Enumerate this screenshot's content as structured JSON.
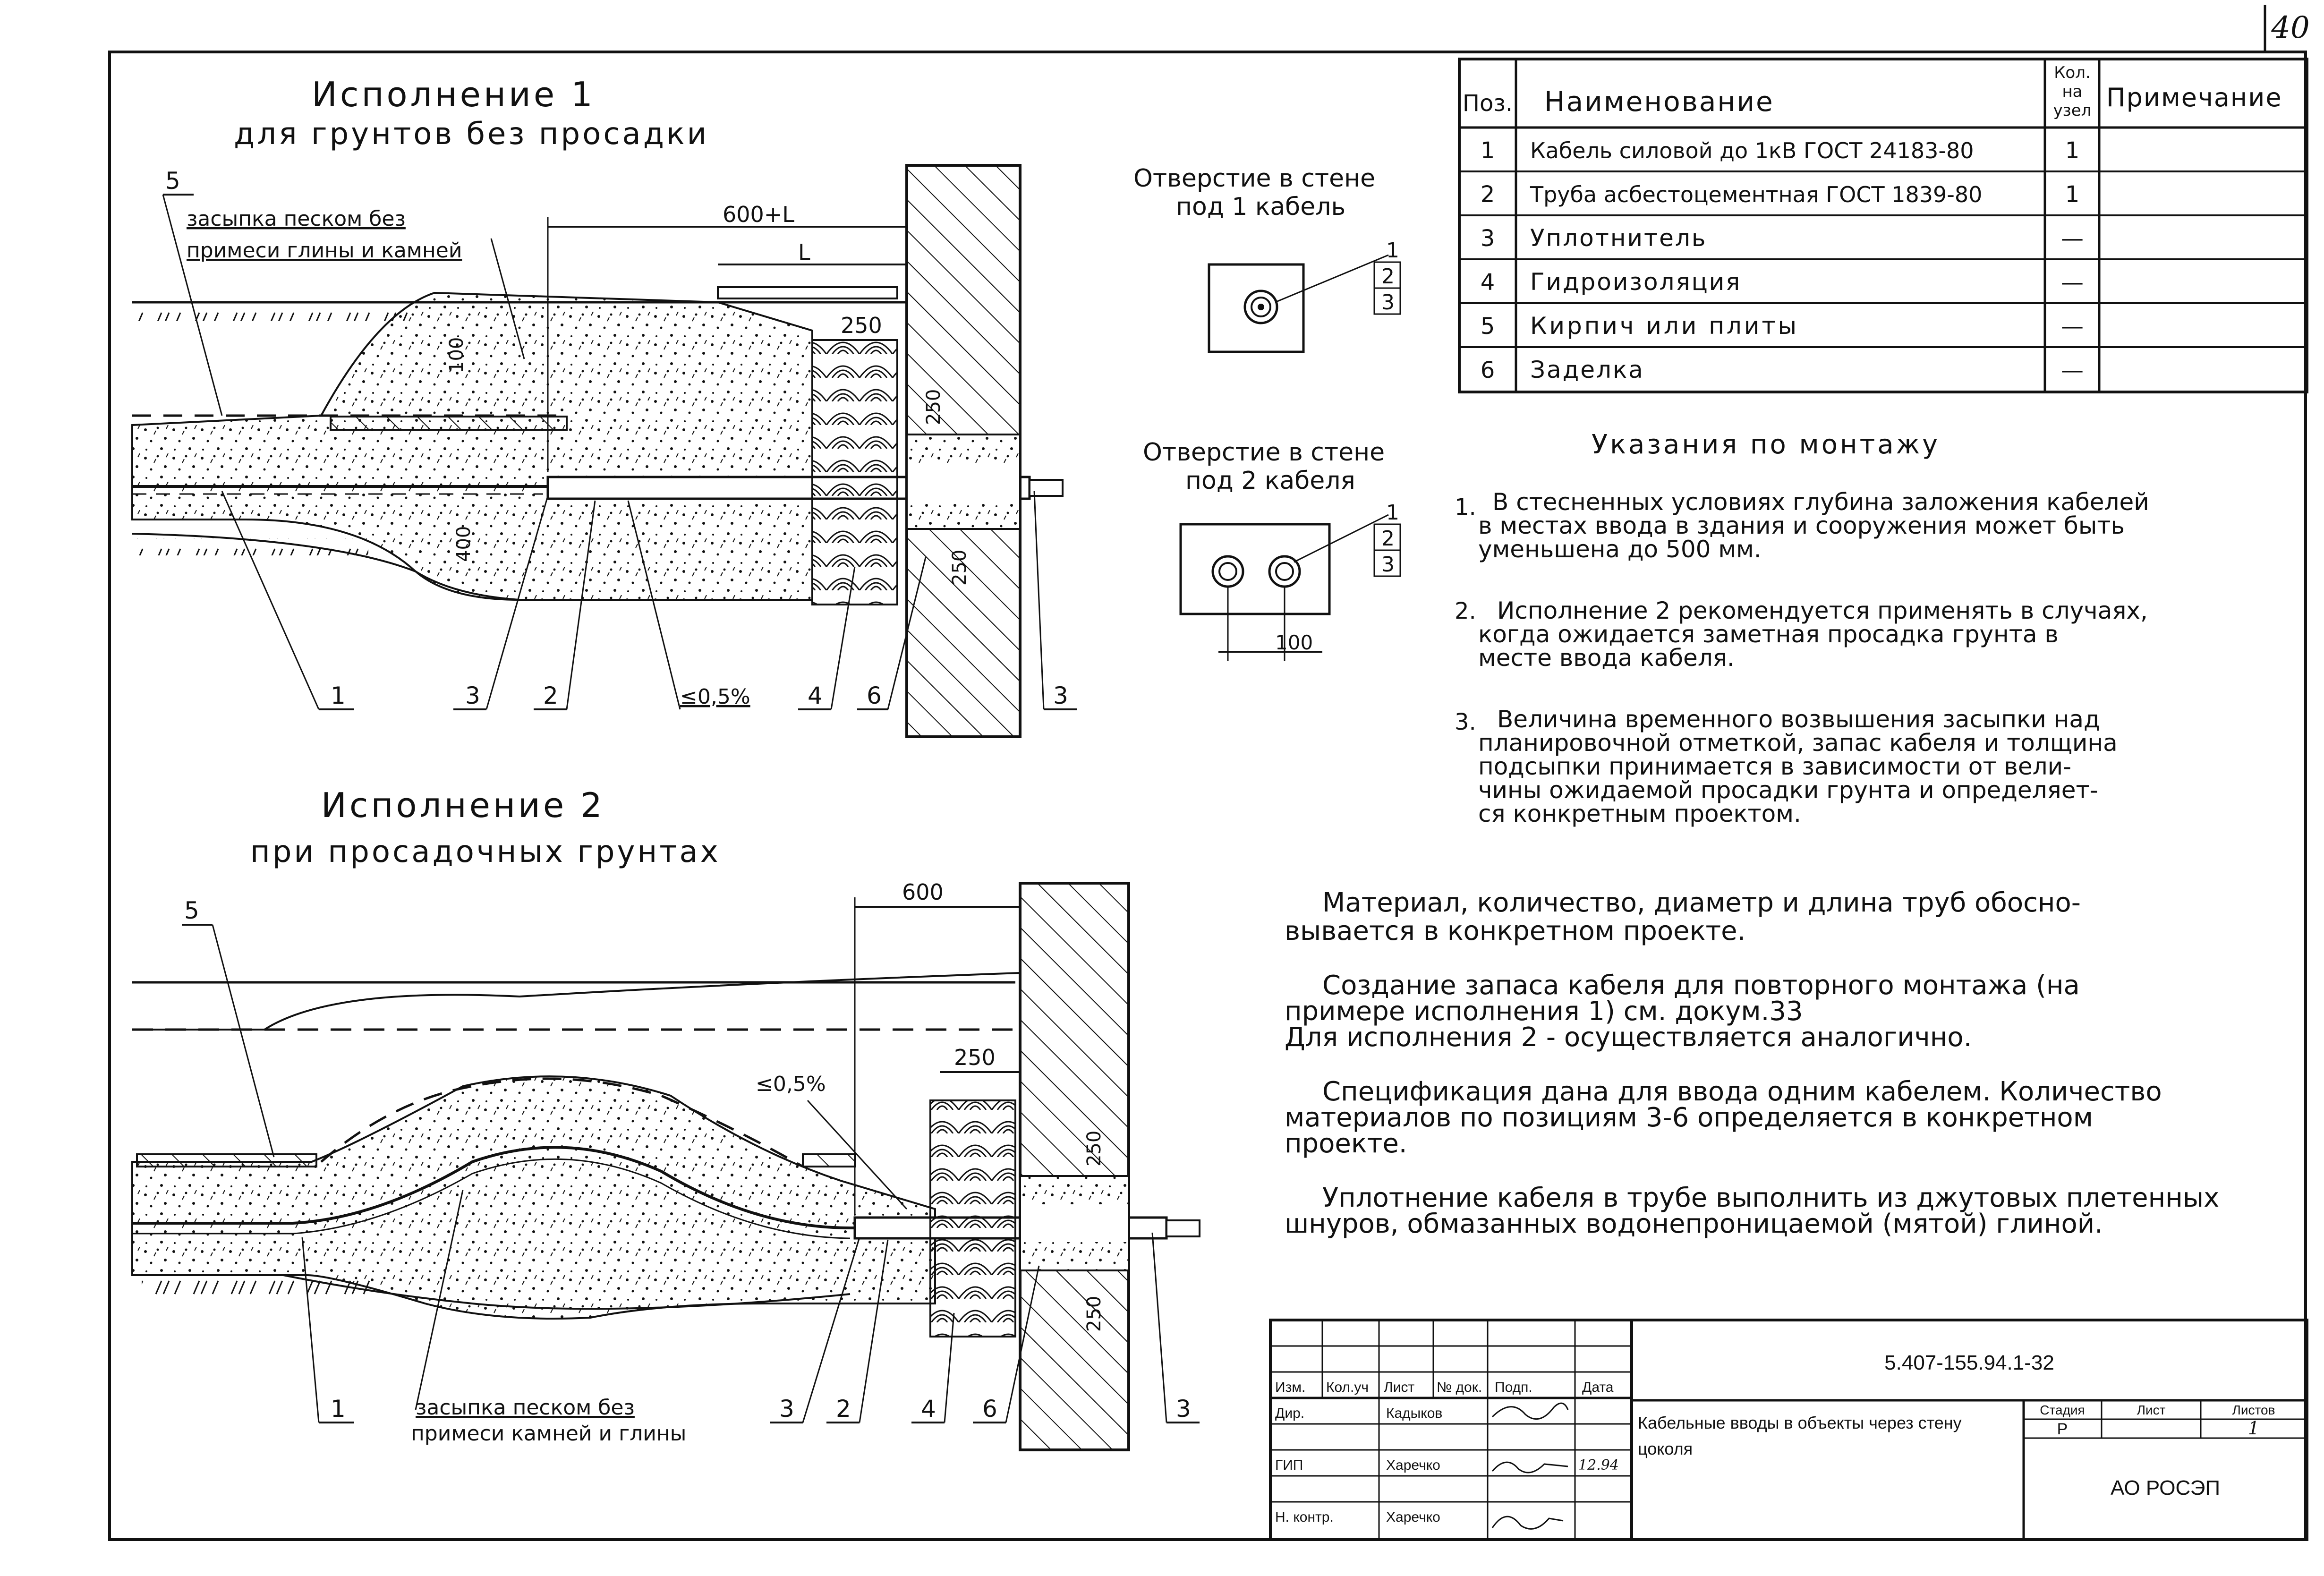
{
  "sheet_number": "40",
  "variant1": {
    "title": "Исполнение 1",
    "subtitle": "для грунтов без просадки",
    "backfill_note": [
      "засыпка песком без",
      "примеси глины и камней"
    ],
    "dims": {
      "a": "600+L",
      "b": "L",
      "c": "250",
      "d": "100",
      "e": "400",
      "f": "250",
      "g": "250"
    },
    "slope": "≤0,5%",
    "callouts": [
      "5",
      "1",
      "3",
      "2",
      "4",
      "6",
      "3"
    ]
  },
  "variant2": {
    "title": "Исполнение 2",
    "subtitle": "при просадочных грунтах",
    "backfill_note": [
      "засыпка песком без",
      "примеси камней и глины"
    ],
    "dims": {
      "a": "600",
      "b": "250",
      "c": "250",
      "d": "250"
    },
    "slope": "≤0,5%",
    "callouts": [
      "5",
      "1",
      "3",
      "2",
      "4",
      "6",
      "3"
    ]
  },
  "opening1": {
    "title": [
      "Отверстие в стене",
      "под 1 кабель"
    ],
    "callouts": [
      "1",
      "2",
      "3"
    ]
  },
  "opening2": {
    "title": [
      "Отверстие в стене",
      "под 2 кабеля"
    ],
    "callouts": [
      "1",
      "2",
      "3"
    ],
    "dim": "100"
  },
  "spec_table": {
    "headers": {
      "pos": "Поз.",
      "name": "Наименование",
      "qty": [
        "Кол.",
        "на",
        "узел"
      ],
      "note": "Примечание"
    },
    "rows": [
      {
        "pos": "1",
        "name": "Кабель силовой до 1кВ ГОСТ 24183-80",
        "qty": "1",
        "note": ""
      },
      {
        "pos": "2",
        "name": "Труба асбестоцементная ГОСТ 1839-80",
        "qty": "1",
        "note": ""
      },
      {
        "pos": "3",
        "name": "Уплотнитель",
        "qty": "—",
        "note": ""
      },
      {
        "pos": "4",
        "name": "Гидроизоляция",
        "qty": "—",
        "note": ""
      },
      {
        "pos": "5",
        "name": "Кирпич или плиты",
        "qty": "—",
        "note": ""
      },
      {
        "pos": "6",
        "name": "Заделка",
        "qty": "—",
        "note": ""
      }
    ]
  },
  "instructions": {
    "title": "Указания по монтажу",
    "items": [
      {
        "num": "1.",
        "lines": [
          "В стесненных условиях глубина заложения кабелей",
          "в местах ввода в здания и сооружения может быть",
          "уменьшена до 500 мм."
        ]
      },
      {
        "num": "2.",
        "lines": [
          "Исполнение 2 рекомендуется применять в случаях,",
          "когда ожидается заметная просадка грунта в",
          "месте ввода кабеля."
        ]
      },
      {
        "num": "3.",
        "lines": [
          "Величина временного возвышения засыпки над",
          "планировочной отметкой, запас кабеля и толщина",
          "подсыпки принимается в зависимости от вели-",
          "чины ожидаемой просадки грунта и определяет-",
          "ся конкретным проектом."
        ]
      }
    ],
    "notes": [
      [
        "Материал, количество, диаметр и длина труб обосно-",
        "вывается в конкретном проекте."
      ],
      [
        "Создание запаса кабеля для повторного монтажа (на",
        "примере исполнения 1) см. докум.33",
        "Для исполнения 2 - осуществляется аналогично."
      ],
      [
        "Спецификация дана для ввода одним кабелем. Количество",
        "материалов по позициям 3-6 определяется в конкретном",
        "проекте."
      ],
      [
        "Уплотнение кабеля в трубе выполнить из джутовых плетенных",
        "шнуров, обмазанных водонепроницаемой (мятой) глиной."
      ]
    ]
  },
  "title_block": {
    "doc_code": "5.407-155.94.1-32",
    "col_headers": [
      "Изм.",
      "Кол.уч",
      "Лист",
      "№ док.",
      "Подп.",
      "Дата"
    ],
    "roles": [
      {
        "role": "Дир.",
        "name": "Кадыков",
        "date": ""
      },
      {
        "role": "ГИП",
        "name": "Харечко",
        "date": "12.94"
      },
      {
        "role": "Н. контр.",
        "name": "Харечко",
        "date": ""
      }
    ],
    "description": [
      "Кабельные вводы в объекты через стену",
      "цоколя"
    ],
    "stage_label": "Стадия",
    "sheet_label": "Лист",
    "sheets_label": "Листов",
    "stage": "Р",
    "sheet": "",
    "sheets": "1",
    "organization": "АО РОСЭП"
  }
}
